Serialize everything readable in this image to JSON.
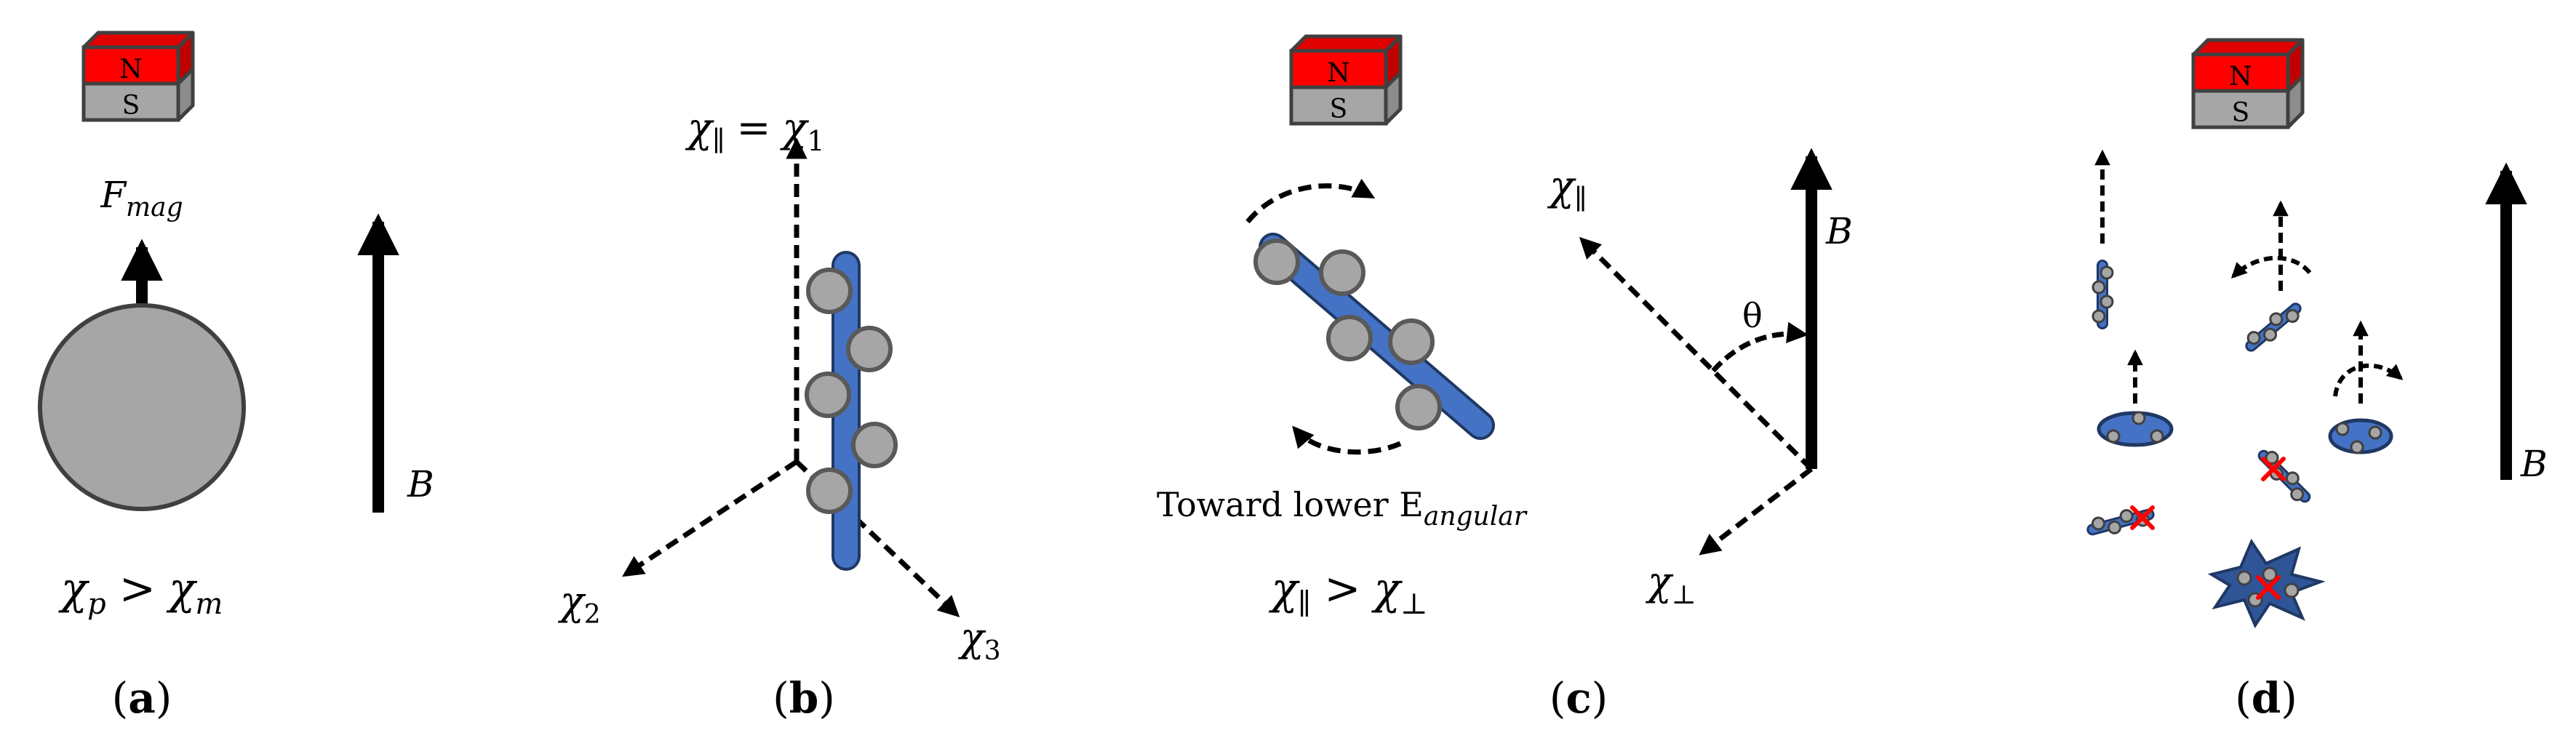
{
  "magnet": {
    "north_label": "N",
    "south_label": "S",
    "colors": {
      "north_front": "#ff0000",
      "north_side": "#c00000",
      "north_top": "#e00000",
      "south_front": "#a6a6a6",
      "south_side": "#8c8c8c",
      "outline": "#404040"
    }
  },
  "colors": {
    "rod_fill": "#4472c4",
    "rod_outline": "#1f3864",
    "sphere_fill": "#a6a6a6",
    "sphere_outline": "#595959",
    "cross": "#ff0000",
    "ink": "#000000"
  },
  "panel_a": {
    "force_label_main": "F",
    "force_label_sub": "mag",
    "field_label": "B",
    "relation_lhs": "χ",
    "relation_lhs_sub": "p",
    "relation_op": ">",
    "relation_rhs": "χ",
    "relation_rhs_sub": "m",
    "label_open": "(",
    "label_letter": "a",
    "label_close": ")"
  },
  "panel_b": {
    "axis_parallel_main": "χ",
    "axis_parallel_sub": "∥",
    "axis_equals": "=",
    "axis_one_main": "χ",
    "axis_one_sub": "1",
    "axis_two_main": "χ",
    "axis_two_sub": "2",
    "axis_three_main": "χ",
    "axis_three_sub": "3",
    "label_open": "(",
    "label_letter": "b",
    "label_close": ")"
  },
  "panel_c": {
    "rotation_caption_main": "Toward lower E",
    "rotation_caption_sub": "angular",
    "axis_parallel_main": "χ",
    "axis_parallel_sub": "∥",
    "axis_perp_main": "χ",
    "axis_perp_sub": "⊥",
    "field_label": "B",
    "angle_label": "θ",
    "relation_lhs": "χ",
    "relation_lhs_sub": "∥",
    "relation_op": ">",
    "relation_rhs": "χ",
    "relation_rhs_sub": "⊥",
    "label_open": "(",
    "label_letter": "c",
    "label_close": ")"
  },
  "panel_d": {
    "field_label": "B",
    "label_open": "(",
    "label_letter": "d",
    "label_close": ")"
  }
}
